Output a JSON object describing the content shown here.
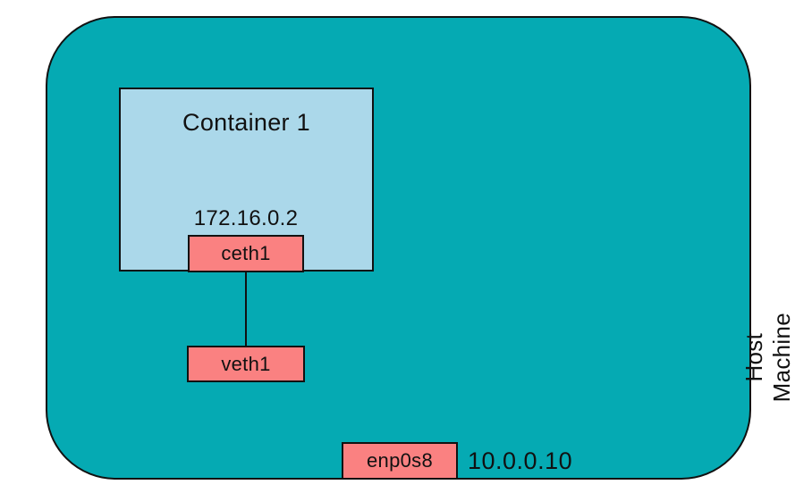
{
  "colors": {
    "host_fill": "#05aab3",
    "container_fill": "#abd8ea",
    "interface_fill": "#fa8181",
    "stroke": "#111111"
  },
  "host": {
    "label_line1": "Host",
    "label_line2": "Machine",
    "interface_label": "enp0s8",
    "ip": "10.0.0.10"
  },
  "container": {
    "title": "Container 1",
    "ip": "172.16.0.2",
    "interface_label": "ceth1"
  },
  "veth_pair": {
    "host_end_label": "veth1"
  }
}
